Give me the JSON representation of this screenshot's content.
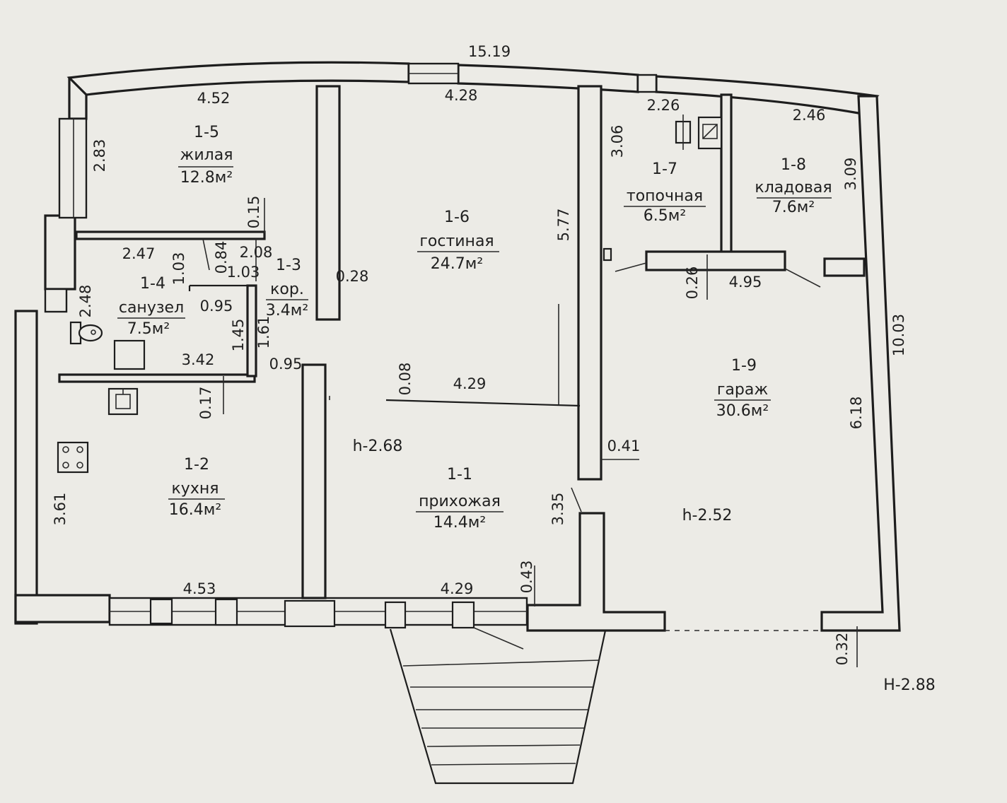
{
  "plan": {
    "overall_length": "15.19",
    "garage_height": "h-2.52",
    "corridor_height": "h-2.68",
    "mark": "H-2.88"
  },
  "rooms": [
    {
      "id": "1-5",
      "name": "жилая",
      "area": "12.8м²"
    },
    {
      "id": "1-6",
      "name": "гостиная",
      "area": "24.7м²"
    },
    {
      "id": "1-7",
      "name": "топочная",
      "area": "6.5м²"
    },
    {
      "id": "1-8",
      "name": "кладовая",
      "area": "7.6м²"
    },
    {
      "id": "1-3",
      "name": "кор.",
      "area": "3.4м²"
    },
    {
      "id": "1-4",
      "name": "санузел",
      "area": "7.5м²"
    },
    {
      "id": "1-9",
      "name": "гараж",
      "area": "30.6м²"
    },
    {
      "id": "1-2",
      "name": "кухня",
      "area": "16.4м²"
    },
    {
      "id": "1-1",
      "name": "прихожая",
      "area": "14.4м²"
    }
  ],
  "dims": {
    "top_452": "4.52",
    "top_428": "4.28",
    "d_226": "2.26",
    "d_246": "2.46",
    "d_283": "2.83",
    "d_306": "3.06",
    "d_309": "3.09",
    "d_015": "0.15",
    "d_577": "5.77",
    "d_247": "2.47",
    "d_103a": "1.03",
    "d_084": "0.84",
    "d_208": "2.08",
    "d_103b": "1.03",
    "d_026": "0.26",
    "d_495": "4.95",
    "d_248": "2.48",
    "d_095a": "0.95",
    "d_028": "0.28",
    "d_1003": "10.03",
    "d_145": "1.45",
    "d_161": "1.61",
    "d_342": "3.42",
    "d_095b": "0.95",
    "d_008": "0.08",
    "d_429a": "4.29",
    "d_017": "0.17",
    "d_618": "6.18",
    "d_041": "0.41",
    "d_361": "3.61",
    "d_335": "3.35",
    "d_043": "0.43",
    "d_453": "4.53",
    "d_429b": "4.29",
    "d_032": "0.32"
  }
}
